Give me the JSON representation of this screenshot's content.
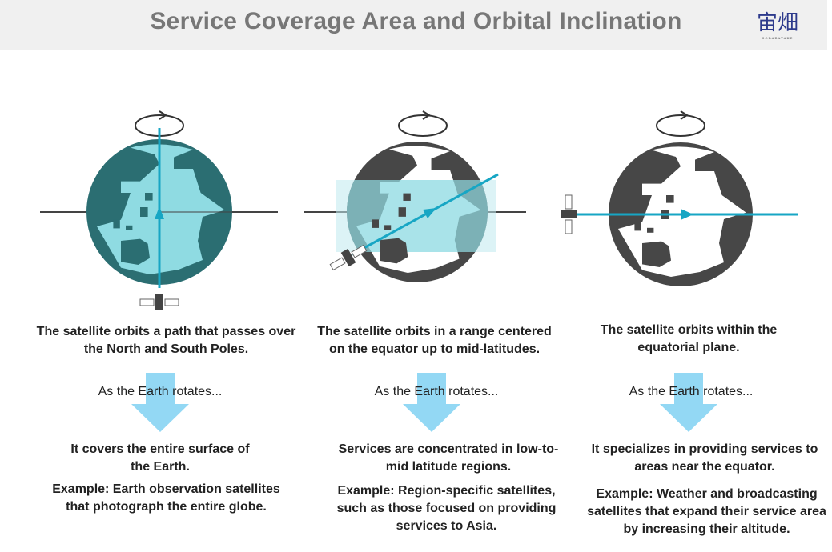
{
  "header": {
    "title": "Service Coverage Area and Orbital Inclination",
    "logo_text": "宙畑",
    "logo_sub": "SORABATAKE"
  },
  "columns": [
    {
      "description": "The satellite orbits a path that passes over the North and South Poles.",
      "rotates": "As the Earth rotates...",
      "result": "It covers the entire surface of the Earth.",
      "example": "Example:  Earth observation satellites that photograph the entire globe."
    },
    {
      "description": "The satellite orbits in a range centered on the equator up to mid-latitudes.",
      "rotates": "As the Earth rotates...",
      "result": "Services are concentrated in low-to-mid latitude regions.",
      "example": "Example: Region-specific satellites, such as those focused on providing services to Asia."
    },
    {
      "description": "The satellite orbits within the equatorial plane.",
      "rotates": "As the Earth rotates...",
      "result": "It specializes in providing services to areas near the equator.",
      "example": "Example: Weather and broadcasting satellites that expand their service area by increasing their altitude."
    }
  ],
  "colors": {
    "teal": "#2b6e72",
    "land": "#8fdbe2",
    "orbit": "#17a6c4",
    "dark": "#474747",
    "arrow": "#93d8f4"
  }
}
